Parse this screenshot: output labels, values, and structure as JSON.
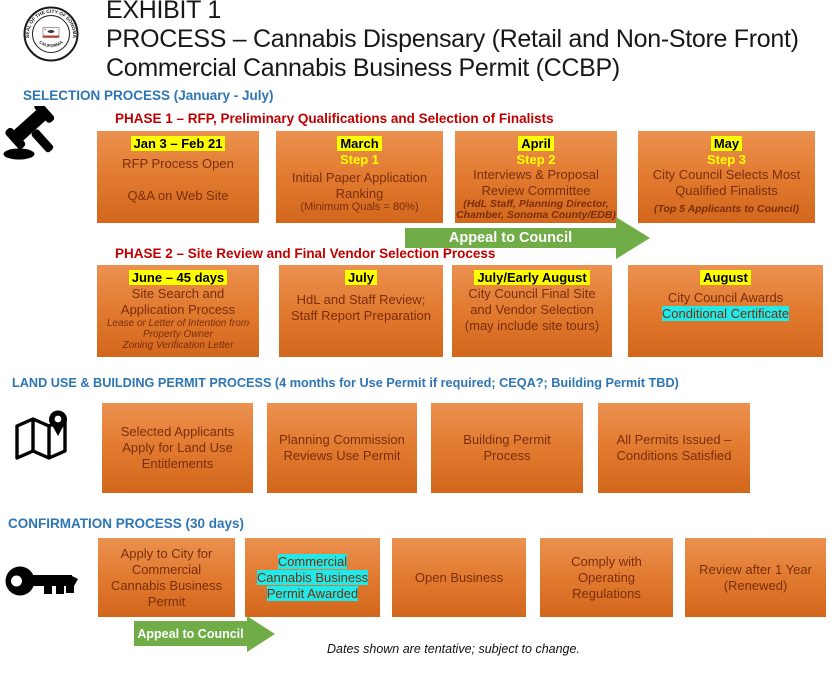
{
  "header": {
    "line1": "EXHIBIT 1",
    "line2": "PROCESS – Cannabis Dispensary (Retail and Non-Store Front)",
    "line3": "Commercial Cannabis Business Permit (CCBP)",
    "seal_top": "SEAL OF THE CITY OF SONOMA",
    "seal_bottom": "CALIFORNIA"
  },
  "icons": {
    "seal": "city-of-sonoma-seal",
    "gavel": "gavel-icon",
    "map": "map-pin-icon",
    "key": "key-icon"
  },
  "colors": {
    "box_orange_top": "#EC9150",
    "box_orange_bottom": "#D2671C",
    "box_text": "#7B2D0C",
    "heading_blue": "#2E75B6",
    "phase_red": "#C00000",
    "arrow_green": "#70AD47",
    "highlight_yellow": "#FFFF00",
    "highlight_cyan": "#1FE9E9"
  },
  "selection": {
    "heading": "SELECTION PROCESS (January - July)",
    "phase1": {
      "heading": "PHASE 1 – RFP, Preliminary Qualifications and Selection of Finalists",
      "boxes": [
        {
          "date": "Jan 3 – Feb 21",
          "body_lines": [
            "RFP Process Open",
            "",
            "Q&A on Web Site"
          ]
        },
        {
          "date": "March",
          "step": "Step 1",
          "body_lines": [
            "Initial Paper Application",
            "Ranking"
          ],
          "note_lines": [
            "(Minimum Quals = 80%)"
          ]
        },
        {
          "date": "April",
          "step": "Step 2",
          "body_lines": [
            "Interviews & Proposal",
            "Review Committee"
          ],
          "note_lines": [
            "(HdL Staff, Planning Director,",
            "Chamber, Sonoma County/EDB)"
          ]
        },
        {
          "date": "May",
          "step": "Step 3",
          "body_lines": [
            "City Council Selects Most",
            "Qualified Finalists"
          ],
          "note_lines": [
            "(Top 5 Applicants to Council)"
          ]
        }
      ],
      "arrow_label": "Appeal to Council"
    },
    "phase2": {
      "heading": "PHASE 2 – Site Review and Final Vendor Selection Process",
      "boxes": [
        {
          "date": "June – 45 days",
          "body_lines": [
            "Site Search and",
            "Application Process"
          ],
          "note_lines": [
            "Lease or Letter of Intention from",
            "Property Owner",
            "Zoning Verification Letter"
          ]
        },
        {
          "date": "July",
          "body_lines": [
            "HdL and Staff Review;",
            "Staff Report Preparation"
          ]
        },
        {
          "date": "July/Early August",
          "body_lines": [
            "City Council Final Site",
            "and Vendor Selection",
            "(may include site tours)"
          ]
        },
        {
          "date": "August",
          "body_lines": [
            "City Council Awards"
          ],
          "highlight": "Conditional Certificate"
        }
      ]
    }
  },
  "landuse": {
    "heading": "LAND USE & BUILDING PERMIT PROCESS (4 months for Use Permit if required; CEQA?; Building Permit TBD)",
    "boxes": [
      {
        "body_lines": [
          "Selected Applicants",
          "Apply for Land Use",
          "Entitlements"
        ]
      },
      {
        "body_lines": [
          "Planning Commission",
          "Reviews Use Permit"
        ]
      },
      {
        "body_lines": [
          "Building Permit",
          "Process"
        ]
      },
      {
        "body_lines": [
          "All Permits Issued –",
          "Conditions Satisfied"
        ]
      }
    ]
  },
  "confirmation": {
    "heading": "CONFIRMATION PROCESS (30 days)",
    "boxes": [
      {
        "body_lines": [
          "Apply to City for",
          "Commercial",
          "Cannabis Business",
          "Permit"
        ]
      },
      {
        "highlight_lines": [
          "Commercial",
          "Cannabis Business",
          "Permit Awarded"
        ]
      },
      {
        "body_lines": [
          "Open Business"
        ]
      },
      {
        "body_lines": [
          "Comply with",
          "Operating",
          "Regulations"
        ]
      },
      {
        "body_lines": [
          "Review after 1 Year",
          "(Renewed)"
        ]
      }
    ],
    "arrow_label": "Appeal to Council"
  },
  "footer": "Dates shown are tentative; subject to change."
}
